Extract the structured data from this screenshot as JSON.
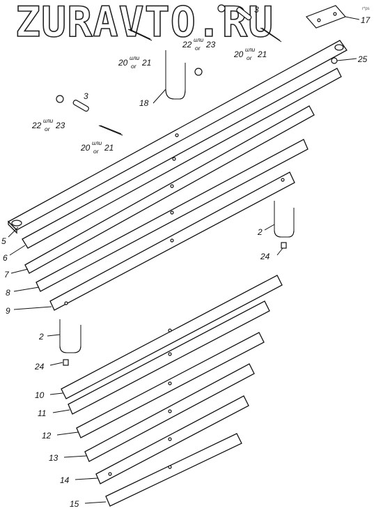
{
  "watermark": {
    "text": "ZURAVTO.RU",
    "tag": "r*ps"
  },
  "callouts": {
    "c2": "2",
    "c3": "3",
    "c5": "5",
    "c6": "6",
    "c7": "7",
    "c8": "8",
    "c9": "9",
    "c10": "10",
    "c11": "11",
    "c12": "12",
    "c13": "13",
    "c14": "14",
    "c15": "15",
    "c17": "17",
    "c18": "18",
    "c20": "20",
    "c21": "21",
    "c22": "22",
    "c23": "23",
    "c24": "24",
    "c25": "25",
    "ili": "или",
    "or": "or"
  }
}
